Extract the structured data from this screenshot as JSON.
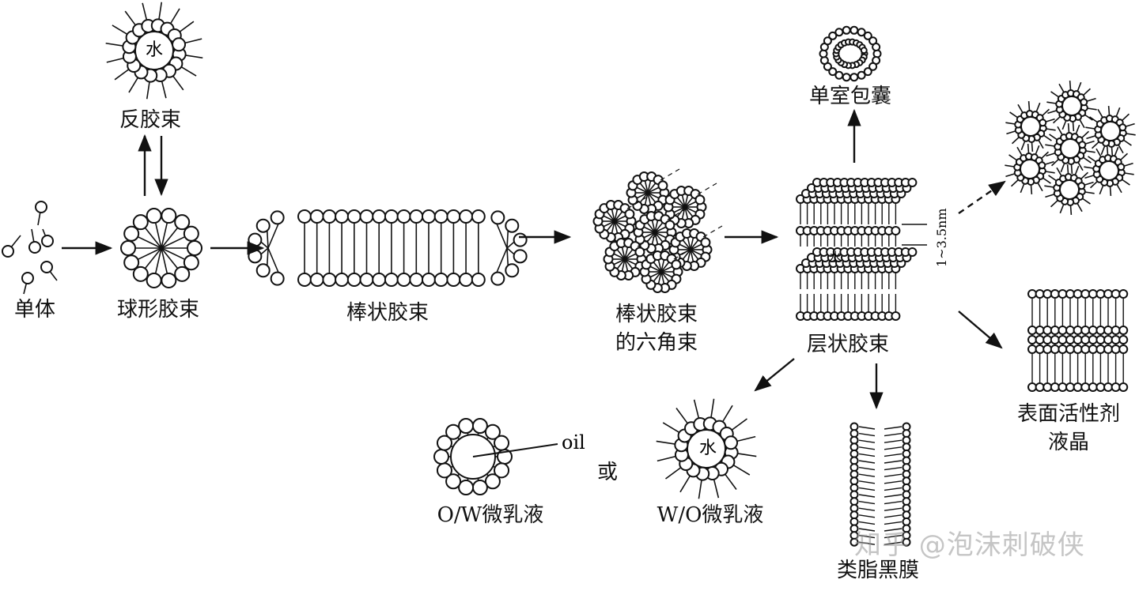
{
  "labels": {
    "monomer": "单体",
    "spherical": "球形胶束",
    "reverse": "反胶束",
    "rod": "棒状胶束",
    "hex_line1": "棒状胶束",
    "hex_line2": "的六角束",
    "lamellar": "层状胶束",
    "vesicle": "单室包囊",
    "lc_line1": "表面活性剂",
    "lc_line2": "液晶",
    "ow": "O/W微乳液",
    "or": "或",
    "wo": "W/O微乳液",
    "blm": "类脂黑膜",
    "oil": "oil",
    "water": "水",
    "spacing": "1~3.5nm"
  },
  "watermark": "知乎 @泡沫刺破侠",
  "colors": {
    "ink": "#111111",
    "background": "#ffffff"
  }
}
